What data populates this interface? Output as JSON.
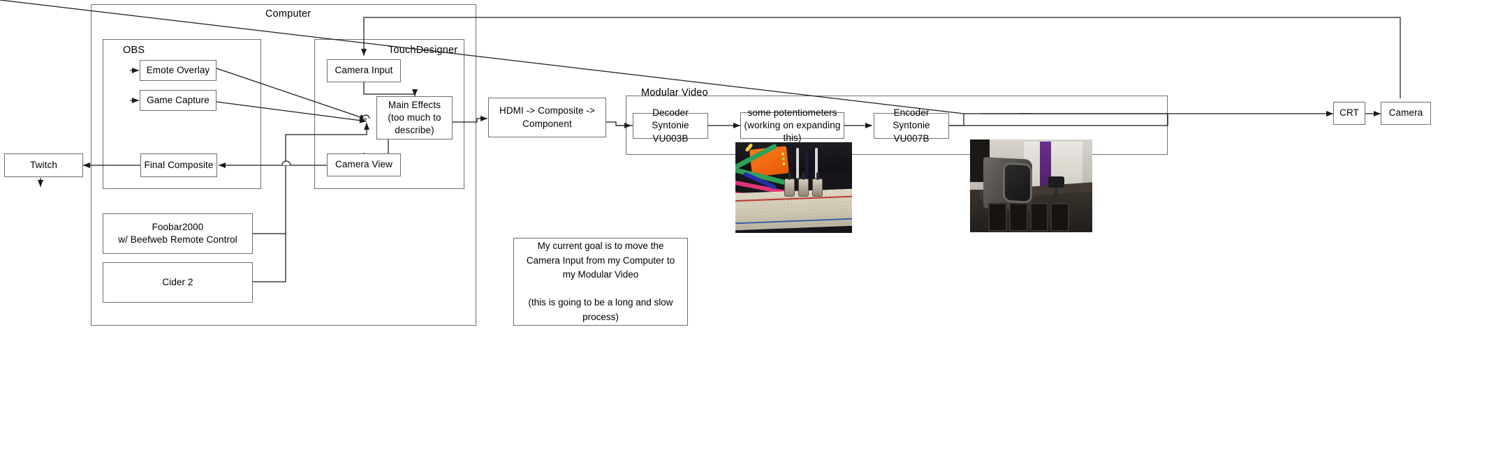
{
  "diagram": {
    "groups": {
      "computer": {
        "label": "Computer"
      },
      "obs": {
        "label": "OBS"
      },
      "touchdesigner": {
        "label": "TouchDesigner"
      },
      "modular_video": {
        "label": "Modular Video"
      }
    },
    "nodes": {
      "emote_overlay": {
        "label": "Emote Overlay"
      },
      "game_capture": {
        "label": "Game Capture"
      },
      "final_composite": {
        "label": "Final Composite"
      },
      "foobar2000": {
        "label": "Foobar2000\nw/ Beefweb Remote Control"
      },
      "cider2": {
        "label": "Cider 2"
      },
      "camera_input": {
        "label": "Camera Input"
      },
      "main_effects": {
        "label": "Main Effects\n(too much to describe)"
      },
      "camera_view": {
        "label": "Camera View"
      },
      "twitch": {
        "label": "Twitch"
      },
      "hdmi_converter": {
        "label": "HDMI -> Composite -> Component"
      },
      "decoder": {
        "label": "Decoder\nSyntonie VU003B"
      },
      "potentiometers": {
        "label": "some potentiometers\n(working on expanding this)"
      },
      "encoder": {
        "label": "Encoder\nSyntonie VU007B"
      },
      "crt": {
        "label": "CRT"
      },
      "camera": {
        "label": "Camera"
      }
    },
    "note": {
      "text": "My current goal is to move the Camera Input from my Computer to my Modular Video\n\n(this is going to be a long and slow process)"
    },
    "photos": {
      "breadboard": {
        "alt": "breadboard-with-potentiometers-photo"
      },
      "crt_room": {
        "alt": "crt-monitor-and-camera-photo"
      }
    },
    "colors": {
      "stroke": "#6e6e6e",
      "wire": "#1a1a1a",
      "background": "#ffffff"
    }
  }
}
